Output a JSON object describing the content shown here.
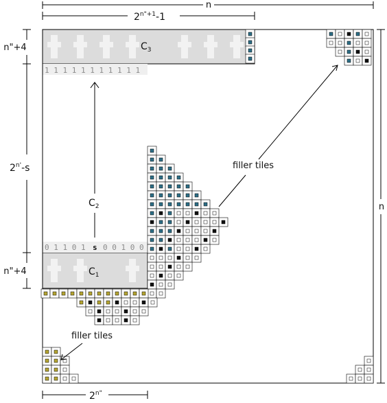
{
  "labels": {
    "top_n": "n",
    "top_width_base": "2",
    "top_width_sup": "n\"+1",
    "top_width_tail": "-1",
    "left_top_height": "n\"+4",
    "left_mid_base": "2",
    "left_mid_sup": "n'",
    "left_mid_tail": "-s",
    "left_bottom_height": "n\"+4",
    "right_n": "n",
    "bottom_width_base": "2",
    "bottom_width_sup": "n\"",
    "c3_base": "C",
    "c3_sub": "3",
    "c2_base": "C",
    "c2_sub": "2",
    "c1_base": "C",
    "c1_sub": "1",
    "filler_tiles_right": "filler tiles",
    "filler_tiles_left": "filler tiles"
  },
  "sequences": {
    "top_ones": "1 1 1 1 1 1 1 1 1 1 1",
    "bottom_left": "0 1 1 0 1",
    "bottom_s": "s",
    "bottom_right": "0 0 1 0 0"
  },
  "colors": {
    "seed_gray": "#dcdcdc",
    "tile_teal": "#2e6f87",
    "tile_olive": "#b5a533",
    "tile_black": "#111111",
    "line": "#000000"
  }
}
